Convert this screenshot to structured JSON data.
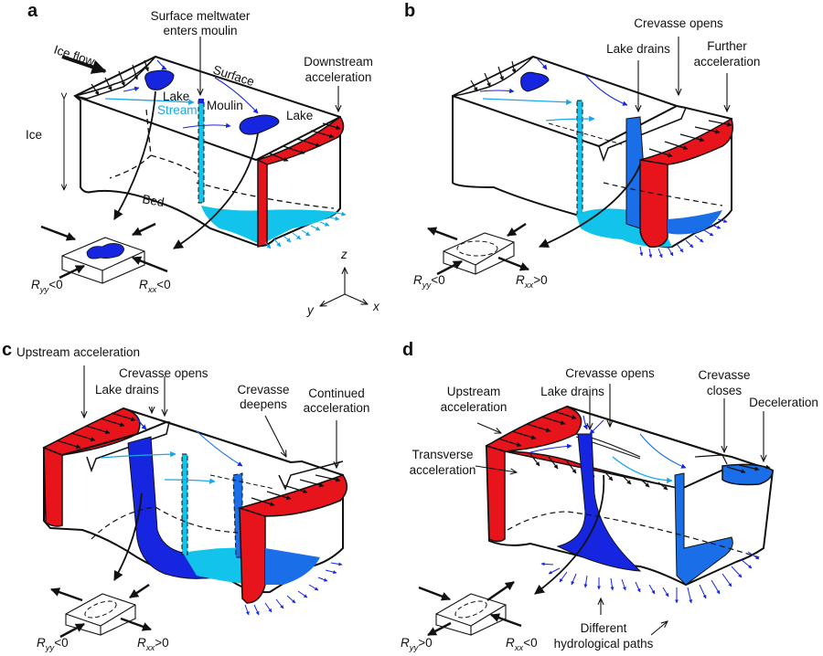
{
  "figure": {
    "description": "Four-panel schematic of supraglacial lake drainage, crevassing and ice-flow acceleration",
    "colors": {
      "acceleration": "#e8141c",
      "deceleration": "#1a6fe8",
      "lake": "#1626e0",
      "stream": "#1aa7e8",
      "subglacial_water": "#12c3ec",
      "outline": "#111111"
    }
  },
  "panels": {
    "a": {
      "letter": "a",
      "labels": {
        "meltwater_line1": "Surface meltwater",
        "meltwater_line2": "enters moulin",
        "ice_flow": "Ice flow",
        "surface": "Surface",
        "downstream_line1": "Downstream",
        "downstream_line2": "acceleration",
        "lake1": "Lake",
        "lake2": "Lake",
        "stream": "Stream",
        "moulin": "Moulin",
        "ice": "Ice",
        "bed": "Bed"
      },
      "stress": {
        "ryy_base": "R",
        "ryy_sub": "yy",
        "ryy_rel": "<0",
        "rxx_base": "R",
        "rxx_sub": "xx",
        "rxx_rel": "<0"
      },
      "axes": {
        "x": "x",
        "y": "y",
        "z": "z"
      }
    },
    "b": {
      "letter": "b",
      "labels": {
        "crevasse_opens": "Crevasse opens",
        "lake_drains": "Lake drains",
        "further_line1": "Further",
        "further_line2": "acceleration"
      },
      "stress": {
        "ryy_base": "R",
        "ryy_sub": "yy",
        "ryy_rel": "<0",
        "rxx_base": "R",
        "rxx_sub": "xx",
        "rxx_rel": ">0"
      }
    },
    "c": {
      "letter": "c",
      "labels": {
        "upstream": "Upstream acceleration",
        "crevasse_opens": "Crevasse opens",
        "lake_drains": "Lake drains",
        "deepens_line1": "Crevasse",
        "deepens_line2": "deepens",
        "continued_line1": "Continued",
        "continued_line2": "acceleration"
      },
      "stress": {
        "ryy_base": "R",
        "ryy_sub": "yy",
        "ryy_rel": "<0",
        "rxx_base": "R",
        "rxx_sub": "xx",
        "rxx_rel": ">0"
      }
    },
    "d": {
      "letter": "d",
      "labels": {
        "crevasse_opens": "Crevasse opens",
        "upstream_line1": "Upstream",
        "upstream_line2": "acceleration",
        "lake_drains": "Lake drains",
        "closes_line1": "Crevasse",
        "closes_line2": "closes",
        "deceleration": "Deceleration",
        "transverse_line1": "Transverse",
        "transverse_line2": "acceleration",
        "hydro_line1": "Different",
        "hydro_line2": "hydrological paths"
      },
      "stress": {
        "ryy_base": "R",
        "ryy_sub": "yy",
        "ryy_rel": ">0",
        "rxx_base": "R",
        "rxx_sub": "xx",
        "rxx_rel": "<0"
      }
    }
  }
}
